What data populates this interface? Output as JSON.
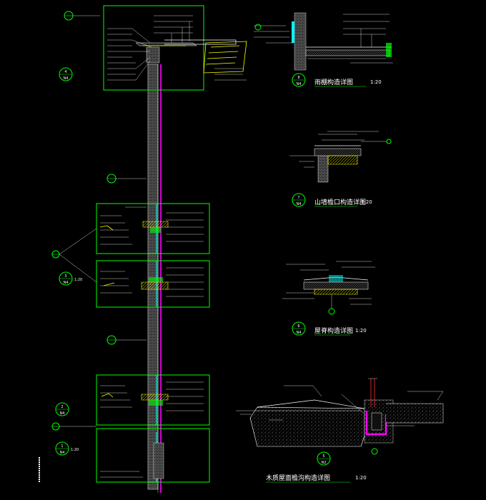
{
  "drawing": {
    "background": "#000000",
    "colors": {
      "frame": "#00ff00",
      "text": "#ffffff",
      "glass": "#00ffff",
      "trim": "#ffff00",
      "membrane": "#ff00ff",
      "hatch": "#8a8a8a"
    },
    "details": [
      {
        "id": "4",
        "sheet": "N4",
        "title": "",
        "scale": ""
      },
      {
        "id": "8",
        "sheet": "N4",
        "title": "雨棚构造详图",
        "scale": "1:20"
      },
      {
        "id": "7",
        "sheet": "N4",
        "title": "山墙檐口构造详图",
        "scale": "1:20"
      },
      {
        "id": "6",
        "sheet": "N4",
        "title": "屋脊构造详图",
        "scale": "1:20"
      },
      {
        "id": "3",
        "sheet": "N4",
        "title": "",
        "scale": "1:20"
      },
      {
        "id": "2",
        "sheet": "N4",
        "title": "",
        "scale": ""
      },
      {
        "id": "1",
        "sheet": "N4",
        "title": "",
        "scale": "1:20"
      },
      {
        "id": "5",
        "sheet": "N2",
        "title": "木质屋面檐沟构造详图",
        "scale": "1:20"
      }
    ]
  }
}
